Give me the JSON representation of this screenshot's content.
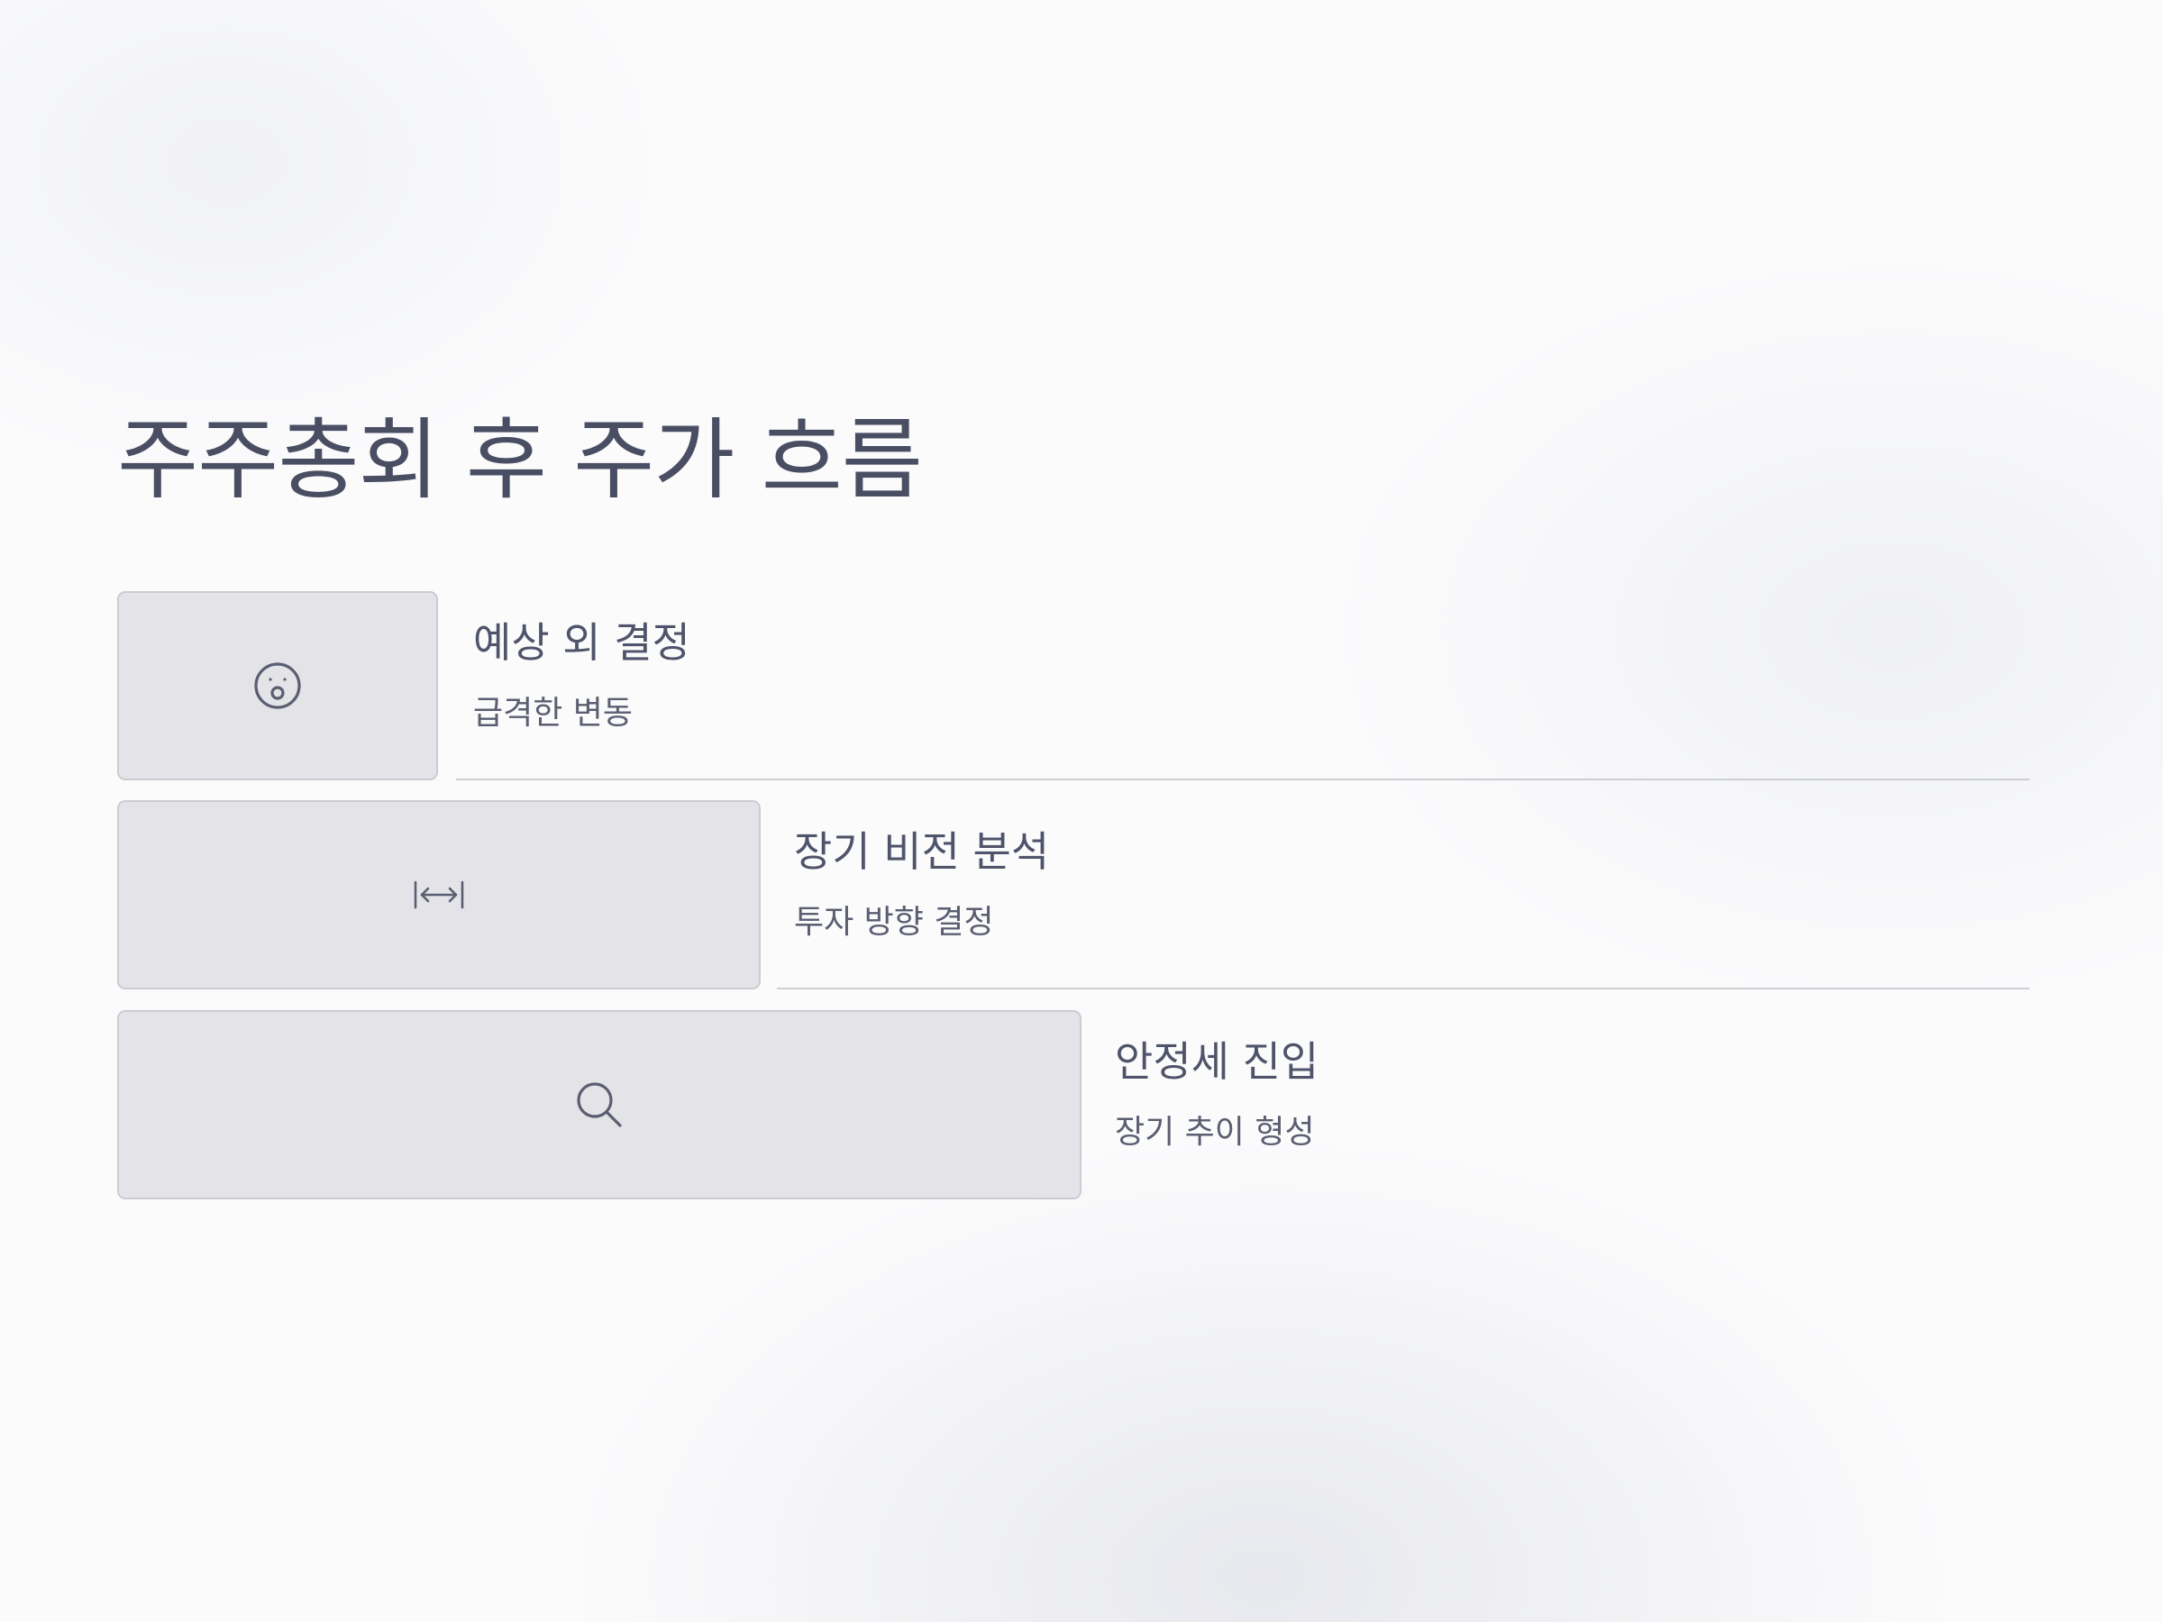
{
  "title": "주주총회 후 주가 흐름",
  "steps": [
    {
      "icon": "surprised-face-icon",
      "title": "예상 외 결정",
      "subtitle": "급격한 변동"
    },
    {
      "icon": "arrows-horizontal-icon",
      "title": "장기 비전 분석",
      "subtitle": "투자 방향 결정"
    },
    {
      "icon": "search-icon",
      "title": "안정세 진입",
      "subtitle": "장기 추이 형성"
    }
  ]
}
